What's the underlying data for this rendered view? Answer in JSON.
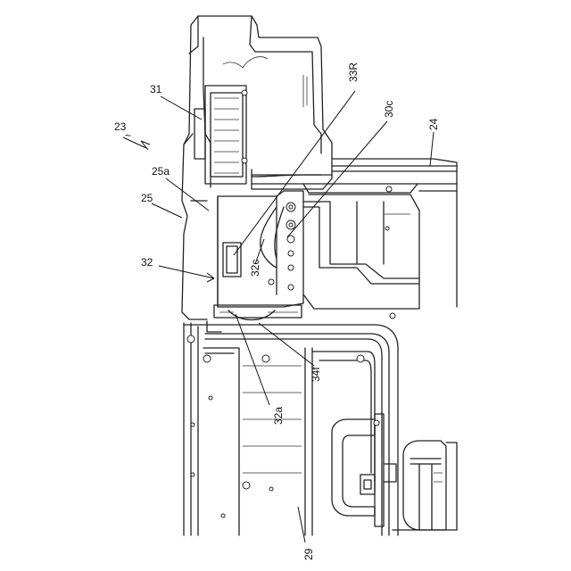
{
  "labels": {
    "l23": "23",
    "l31": "31",
    "l33R": "33R",
    "l30c": "30c",
    "l24": "24",
    "l25a": "25a",
    "l25": "25",
    "l32": "32",
    "l32c": "32c",
    "l34f": "34f",
    "l32a": "32a",
    "l29": "29"
  }
}
